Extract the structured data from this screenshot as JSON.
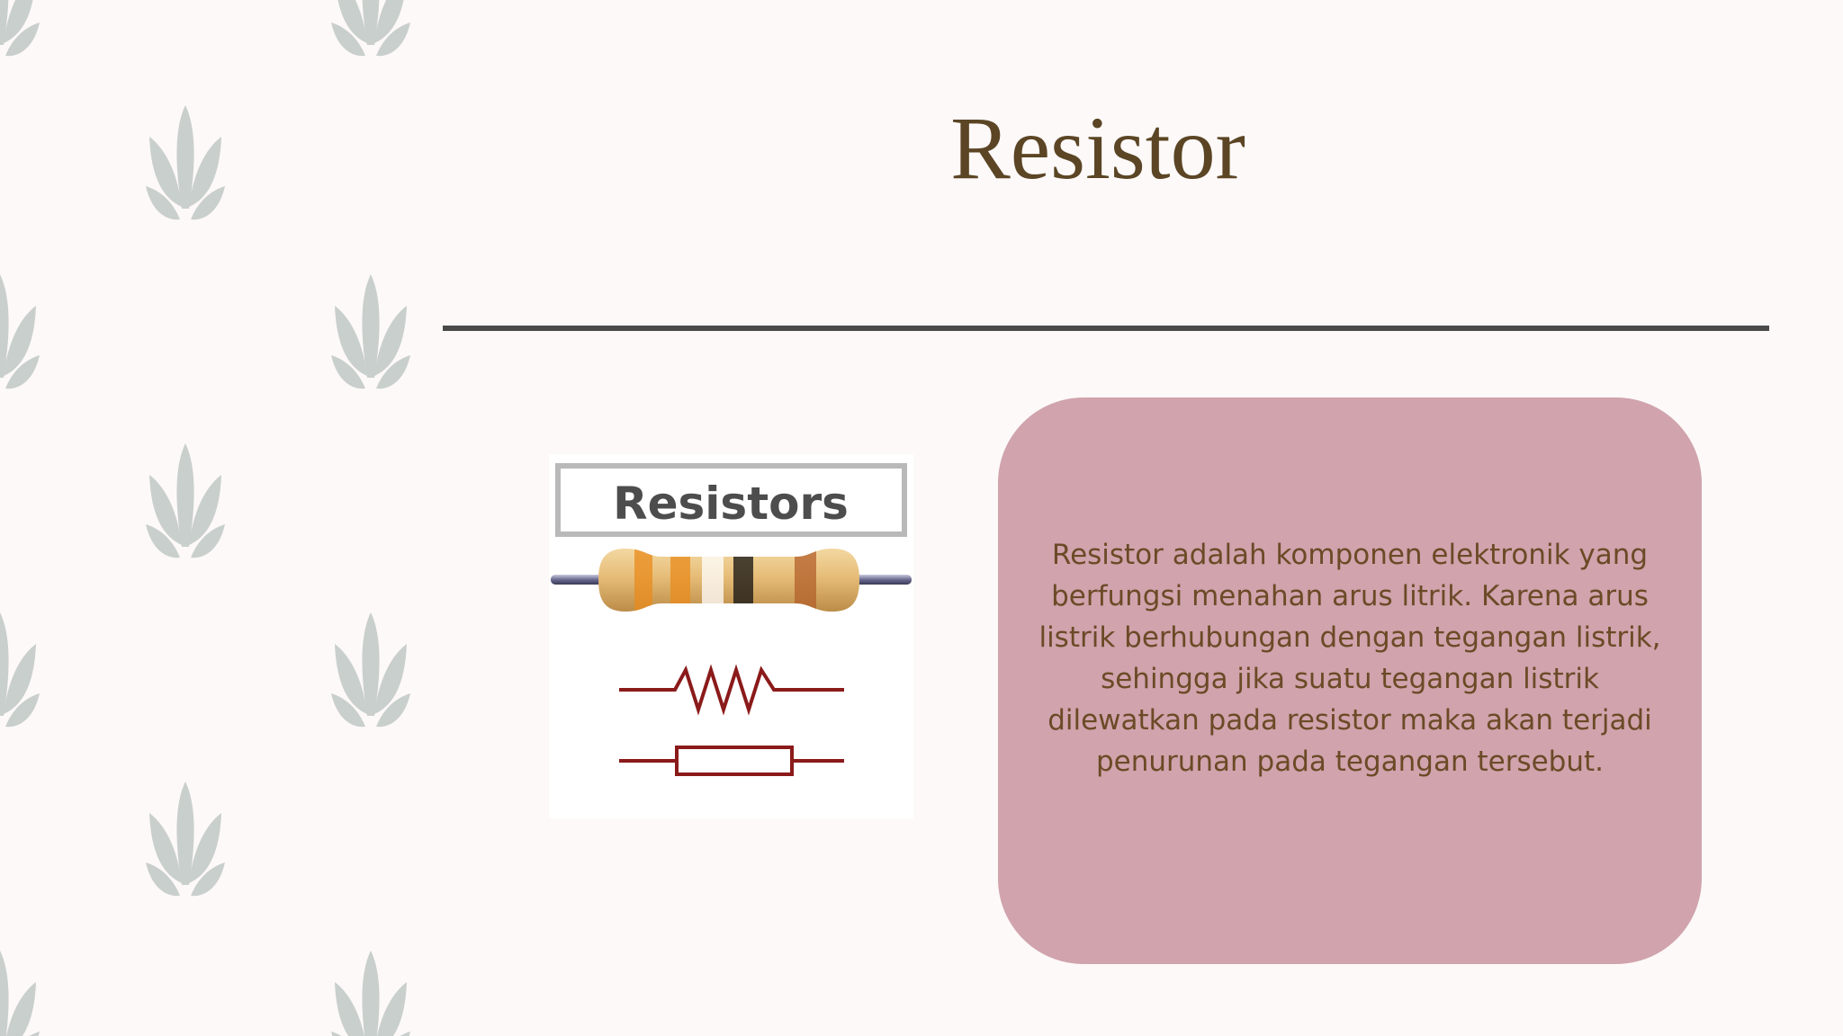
{
  "slide": {
    "title": "Resistor",
    "figure": {
      "label": "Resistors",
      "icon": "resistor-illustration"
    },
    "card": {
      "body": "Resistor adalah komponen elektronik yang berfungsi menahan arus litrik. Karena arus listrik berhubungan dengan tegangan listrik, sehingga jika suatu tegangan listrik dilewatkan pada resistor maka akan terjadi penurunan pada tegangan tersebut."
    },
    "colors": {
      "background": "#fdf9f9",
      "title": "#5b4524",
      "rule": "#4a4a4a",
      "card": "#d0a3ad",
      "card_text": "#6b4a26",
      "leaf": "#c9cfcc"
    }
  }
}
